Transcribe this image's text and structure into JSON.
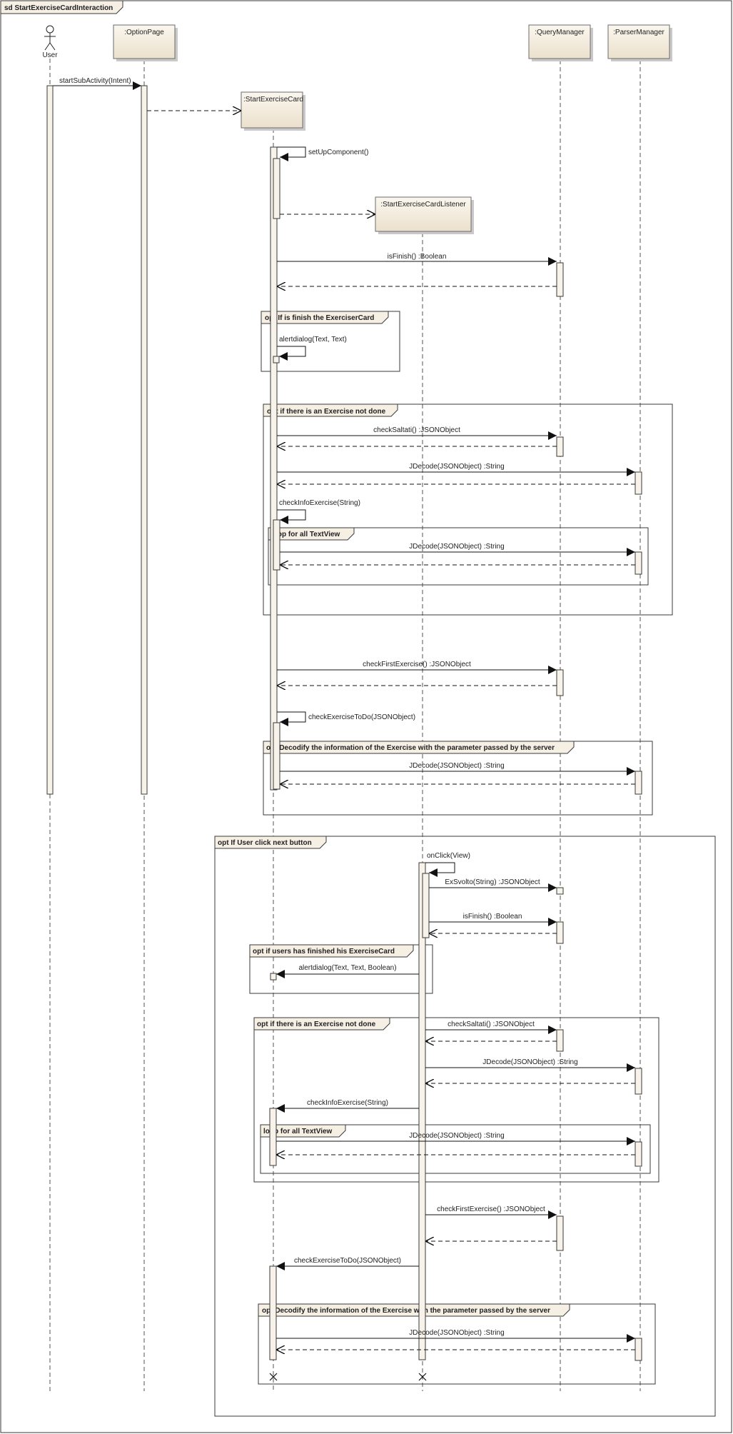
{
  "title": "sd StartExerciseCardInteraction",
  "actor": {
    "label": "User"
  },
  "participants": {
    "option_page": ":OptionPage",
    "start_exercise_card": ":StartExerciseCard",
    "listener": ":StartExerciseCardListener",
    "query_manager": ":QueryManager",
    "parser_manager": ":ParserManager"
  },
  "messages": {
    "start_sub_activity": "startSubActivity(Intent)",
    "set_up_component": "setUpComponent()",
    "is_finish_1": "isFinish() :Boolean",
    "alert_dialog_1": "alertdialog(Text, Text)",
    "check_saltati_1": "checkSaltati() :JSONObject",
    "jdecode_1": "JDecode(JSONObject) :String",
    "check_info_exercise_1": "checkInfoExercise(String)",
    "jdecode_2": "JDecode(JSONObject) :String",
    "check_first_exercise_1": "checkFirstExercise() :JSONObject",
    "check_exercise_todo_1": "checkExerciseToDo(JSONObject)",
    "jdecode_3": "JDecode(JSONObject) :String",
    "on_click": "onClick(View)",
    "ex_svolto": "ExSvolto(String) :JSONObject",
    "is_finish_2": "isFinish() :Boolean",
    "alert_dialog_2": "alertdialog(Text, Text, Boolean)",
    "check_saltati_2": "checkSaltati() :JSONObject",
    "jdecode_4": "JDecode(JSONObject) :String",
    "check_info_exercise_2": "checkInfoExercise(String)",
    "jdecode_5": "JDecode(JSONObject) :String",
    "check_first_exercise_2": "checkFirstExercise() :JSONObject",
    "check_exercise_todo_2": "checkExerciseToDo(JSONObject)",
    "jdecode_6": "JDecode(JSONObject) :String"
  },
  "fragments": {
    "opt_finish": "opt If is finish the ExerciserCard",
    "opt_not_done_1": "opt if there is an Exercise not done",
    "loop_textview_1": "loop for all TextView",
    "opt_decodify_1": "opt Decodify the information of the Exercise with the parameter passed by the server",
    "opt_user_click": "opt If User click next button",
    "opt_users_finished": "opt if users has finished his ExerciseCard",
    "opt_not_done_2": "opt if there is an Exercise not done",
    "loop_textview_2": "loop for all TextView",
    "opt_decodify_2": "opt Decodify the information of the Exercise with the parameter passed by the server"
  },
  "colors": {
    "header_fill": "#f3ebdd",
    "activation_fill": "#f8f3ea",
    "fragment_tab": "#f6efe4",
    "line": "#111111"
  }
}
